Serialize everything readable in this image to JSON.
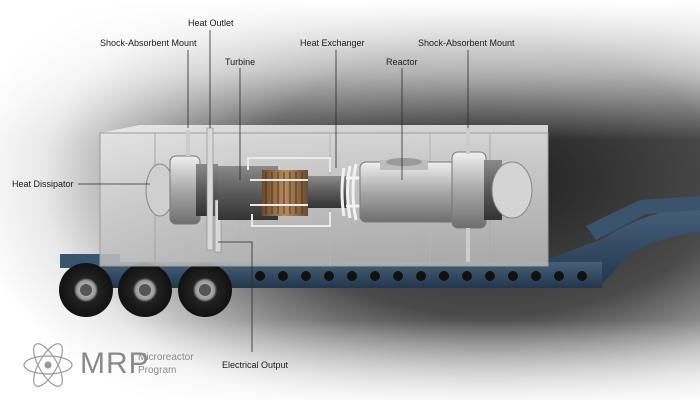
{
  "labels": {
    "heat_outlet": "Heat Outlet",
    "shock_mount_left": "Shock-Absorbent Mount",
    "heat_exchanger": "Heat Exchanger",
    "shock_mount_right": "Shock-Absorbent Mount",
    "turbine": "Turbine",
    "reactor": "Reactor",
    "heat_dissipator": "Heat Dissipator",
    "electrical_output": "Electrical Output"
  },
  "logo": {
    "brand": "MRP",
    "program_line1": "Microreactor",
    "program_line2": "Program"
  },
  "colors": {
    "trailer_blue": "#2d4660",
    "background_dark": "#2a2a2a",
    "container_glass": "#d6d6d6"
  }
}
